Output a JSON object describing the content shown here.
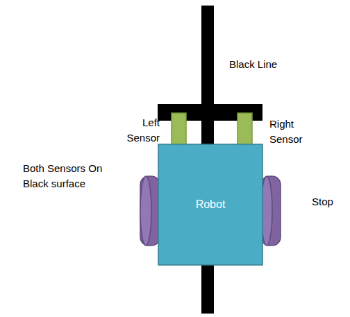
{
  "diagram": {
    "nodes": [
      {
        "text": [
          "Robot"
        ]
      }
    ],
    "labels": [
      "Black Line",
      "Left Sensor",
      "Right Sensor",
      "Both Sensors On Black surface",
      "Stop"
    ]
  }
}
